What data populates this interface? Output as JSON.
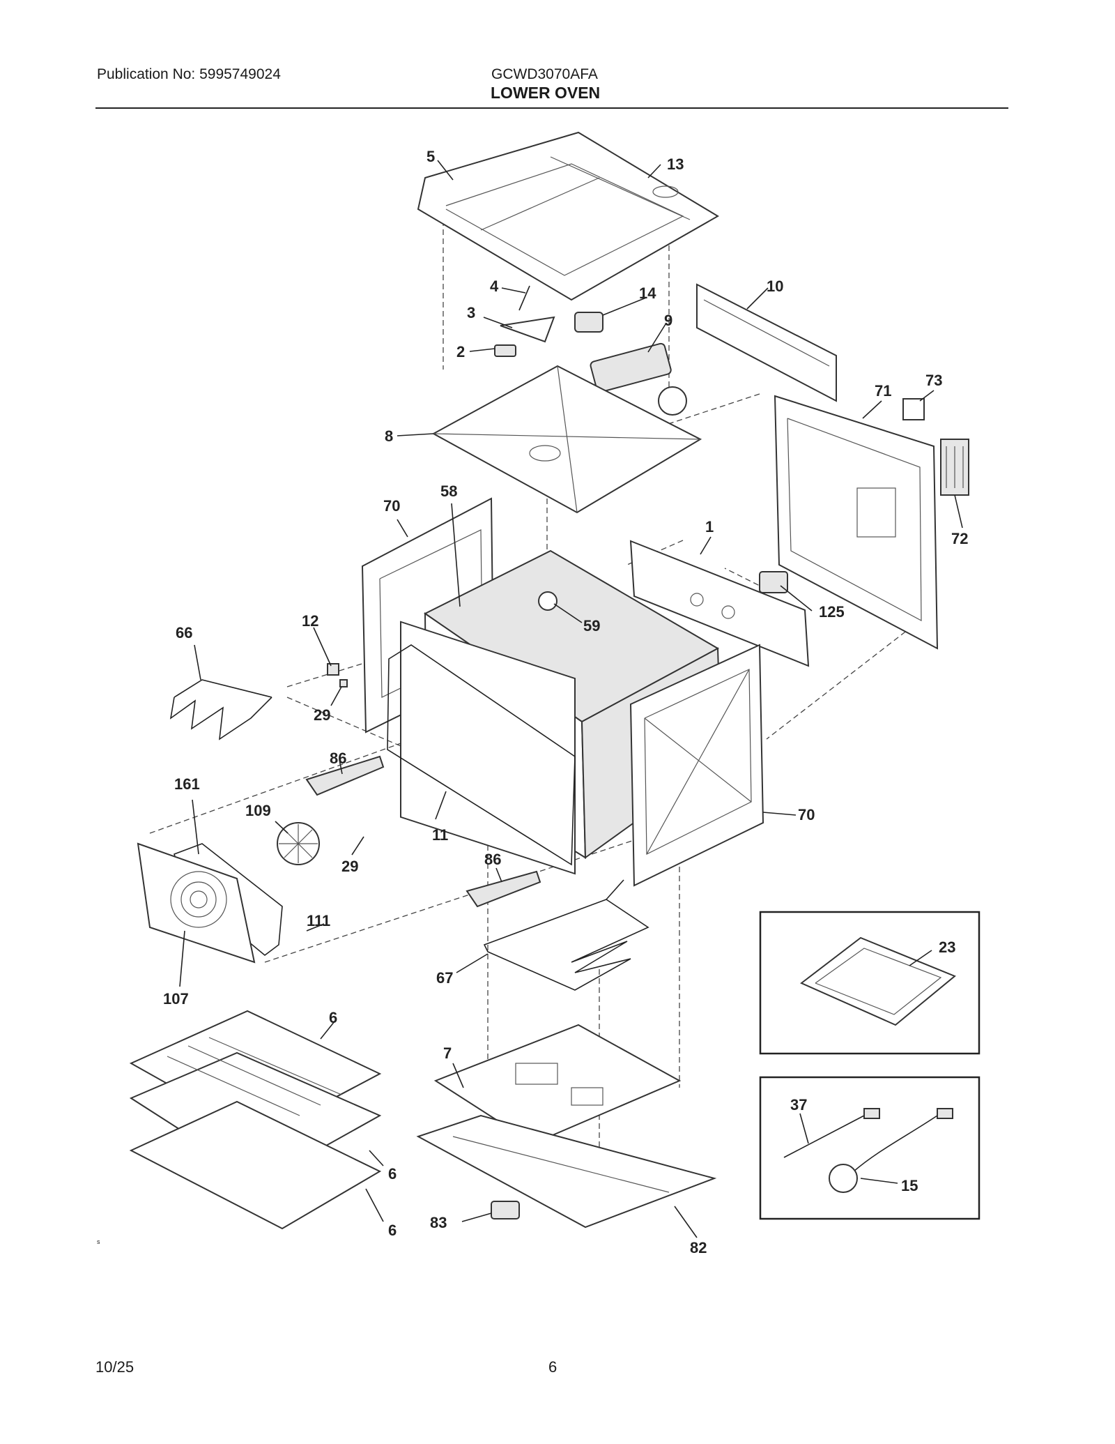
{
  "header": {
    "publication": "Publication No: 5995749024",
    "model": "GCWD3070AFA",
    "section": "LOWER OVEN"
  },
  "footer": {
    "date": "10/25",
    "page": "6"
  },
  "stray_mark": "s",
  "callouts": {
    "c1": "1",
    "c2": "2",
    "c3": "3",
    "c4": "4",
    "c5": "5",
    "c6a": "6",
    "c6b": "6",
    "c6c": "6",
    "c7": "7",
    "c8": "8",
    "c9": "9",
    "c10": "10",
    "c11": "11",
    "c12": "12",
    "c13": "13",
    "c14": "14",
    "c15": "15",
    "c23": "23",
    "c29a": "29",
    "c29b": "29",
    "c37": "37",
    "c58": "58",
    "c59": "59",
    "c66": "66",
    "c67": "67",
    "c70a": "70",
    "c70b": "70",
    "c71": "71",
    "c72": "72",
    "c73": "73",
    "c82": "82",
    "c83": "83",
    "c86a": "86",
    "c86b": "86",
    "c107": "107",
    "c109": "109",
    "c111": "111",
    "c125": "125",
    "c161": "161"
  }
}
